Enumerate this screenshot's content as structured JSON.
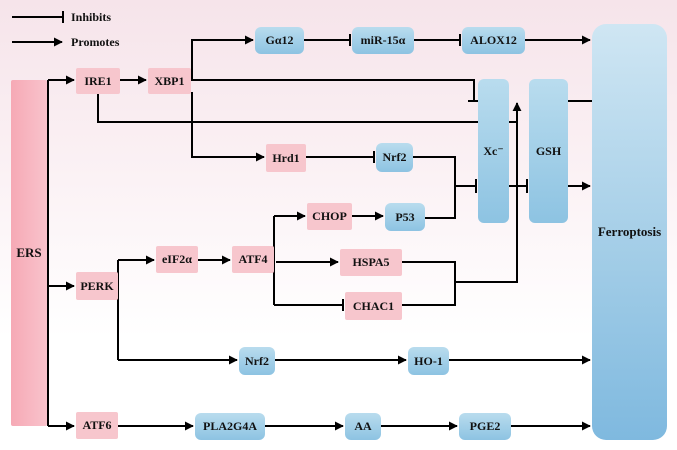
{
  "legend": {
    "inhibits": "Inhibits",
    "promotes": "Promotes"
  },
  "nodes": {
    "ers": "ERS",
    "ire1": "IRE1",
    "xbp1": "XBP1",
    "ga12": "Gα12",
    "mir15a": "miR-15α",
    "alox12": "ALOX12",
    "hrd1": "Hrd1",
    "nrf2_top": "Nrf2",
    "xc": "Xc⁻",
    "gsh": "GSH",
    "chop": "CHOP",
    "p53": "P53",
    "perk": "PERK",
    "eif2a": "eIF2α",
    "atf4": "ATF4",
    "hspa5": "HSPA5",
    "chac1": "CHAC1",
    "nrf2_bottom": "Nrf2",
    "ho1": "HO-1",
    "atf6": "ATF6",
    "pla2g4a": "PLA2G4A",
    "aa": "AA",
    "pge2": "PGE2",
    "ferroptosis": "Ferroptosis"
  },
  "colors": {
    "ers_pathway_node": "#f7c6cd",
    "effector_node": "#9ccbe6",
    "line": "#000000"
  }
}
